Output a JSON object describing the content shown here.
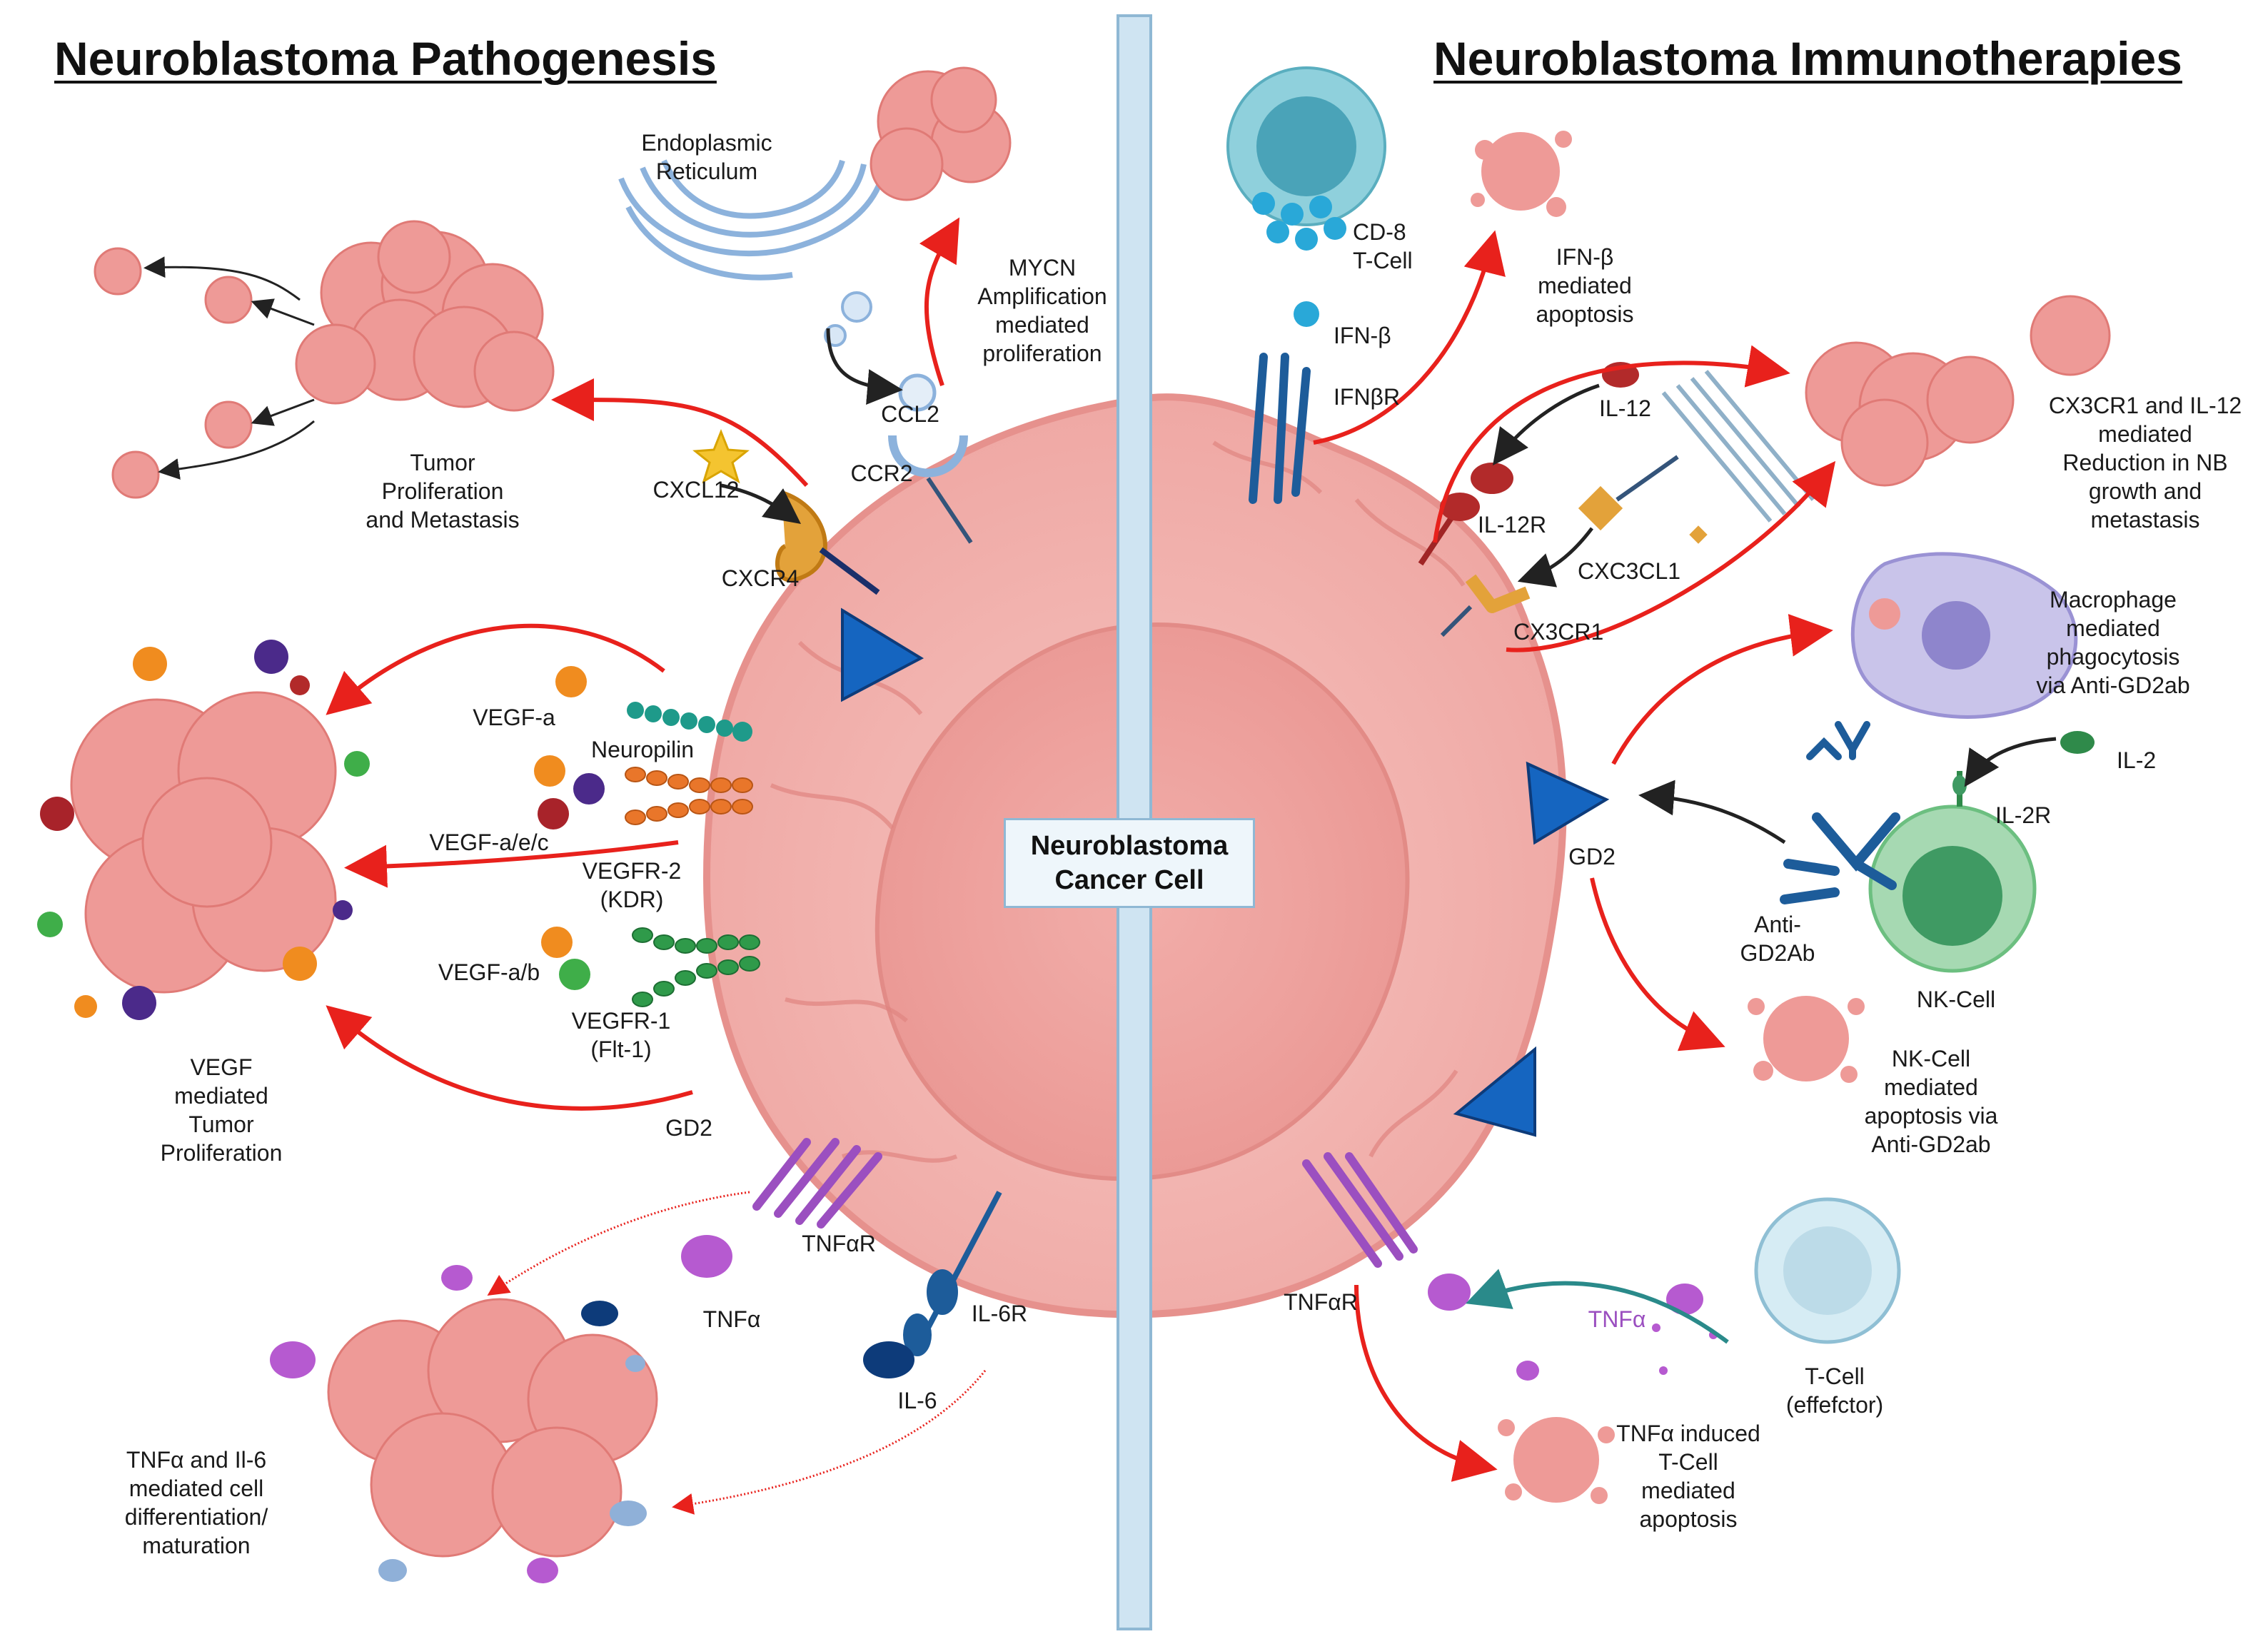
{
  "headings": {
    "left": "Neuroblastoma Pathogenesis",
    "right": "Neuroblastoma Immunotherapies"
  },
  "center_label": "Neuroblastoma\nCancer Cell",
  "left_labels": {
    "er": "Endoplasmic\nReticulum",
    "mycn": "MYCN\nAmplification\nmediated\nproliferation",
    "ccl2": "CCL2",
    "ccr2": "CCR2",
    "cxcl12": "CXCL12",
    "cxcr4": "CXCR4",
    "tumor_prolif": "Tumor\nProliferation\nand Metastasis",
    "vegf_a": "VEGF-a",
    "neuropilin": "Neuropilin",
    "vegf_aec": "VEGF-a/e/c",
    "vegfr2": "VEGFR-2\n(KDR)",
    "vegf_ab": "VEGF-a/b",
    "vegfr1": "VEGFR-1\n(Flt-1)",
    "vegf_mediated": "VEGF\nmediated\nTumor\nProliferation",
    "gd2": "GD2",
    "tnfar": "TNFαR",
    "tnfa": "TNFα",
    "il6r": "IL-6R",
    "il6": "IL-6",
    "tnfa_il6": "TNFα and Il-6\nmediated cell\ndifferentiation/\nmaturation"
  },
  "right_labels": {
    "cd8": "CD-8\nT-Cell",
    "ifnb": "IFN-β",
    "ifnbr": "IFNβR",
    "ifnb_apoptosis": "IFN-β\nmediated\napoptosis",
    "il12": "IL-12",
    "il12r": "IL-12R",
    "cx3cl1": "CXC3CL1",
    "cx3cr1": "CX3CR1",
    "cx3cr1_il12": "CX3CR1 and IL-12\nmediated\nReduction in NB\ngrowth and\nmetastasis",
    "macrophage": "Macrophage\nmediated\nphagocytosis\nvia Anti-GD2ab",
    "il2": "IL-2",
    "il2r": "IL-2R",
    "gd2": "GD2",
    "anti_gd2ab": "Anti-\nGD2Ab",
    "nk_cell": "NK-Cell",
    "nk_apoptosis": "NK-Cell\nmediated\napoptosis via\nAnti-GD2ab",
    "tnfar": "TNFαR",
    "tnfa": "TNFα",
    "tcell": "T-Cell\n(effefctor)",
    "tnfa_induced": "TNFα induced\nT-Cell\nmediated\napoptosis"
  },
  "colors": {
    "cell_fill": "#f4b9b6",
    "cell_outline": "#e6918d",
    "divider": "#b9d6ea",
    "arrow_red": "#e8211c",
    "arrow_black": "#222222",
    "gd2_triangle": "#1565c0",
    "tnfa_purple": "#9b4fc0"
  }
}
